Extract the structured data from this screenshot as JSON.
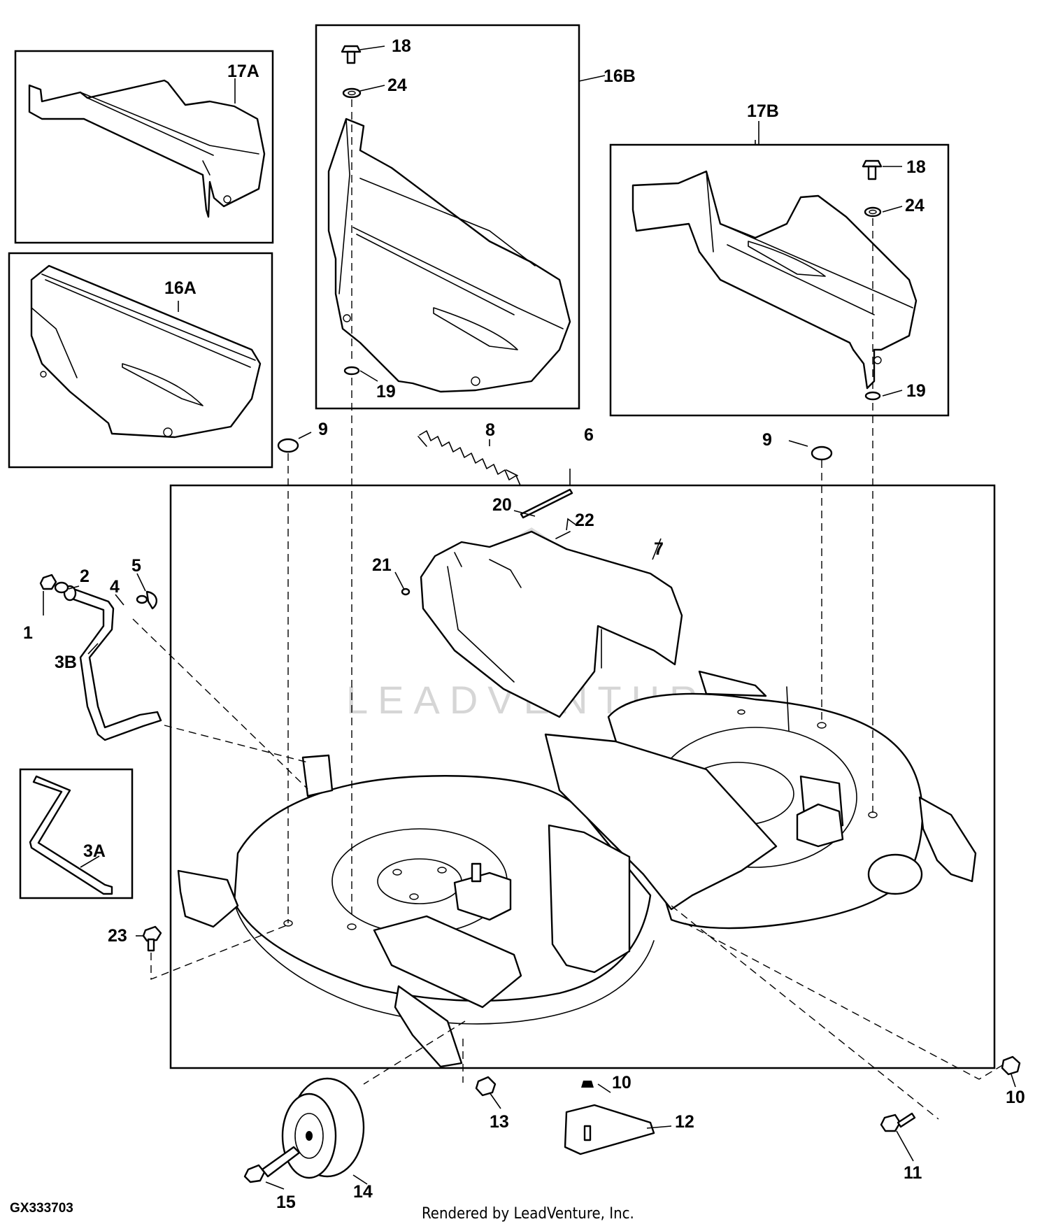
{
  "diagram": {
    "callouts": {
      "c1": "1",
      "c2": "2",
      "c3B": "3B",
      "c3A": "3A",
      "c4": "4",
      "c5": "5",
      "c6": "6",
      "c7": "7",
      "c8": "8",
      "c9a": "9",
      "c9b": "9",
      "c10a": "10",
      "c10b": "10",
      "c11": "11",
      "c12": "12",
      "c13": "13",
      "c14": "14",
      "c15": "15",
      "c16A": "16A",
      "c16B": "16B",
      "c17A": "17A",
      "c17B": "17B",
      "c18a": "18",
      "c18b": "18",
      "c19a": "19",
      "c19b": "19",
      "c20": "20",
      "c21": "21",
      "c22": "22",
      "c23": "23",
      "c24a": "24",
      "c24b": "24"
    },
    "figure_id": "GX333703",
    "credit": "Rendered by LeadVenture, Inc.",
    "watermark": "LEADVENTURE"
  }
}
